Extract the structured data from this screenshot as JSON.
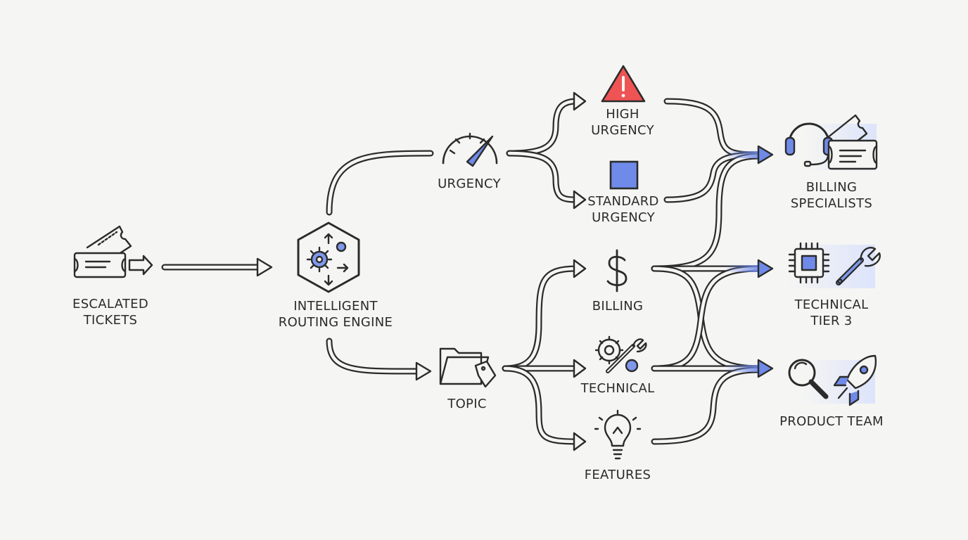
{
  "nodes": {
    "escalated": [
      "ESCALATED",
      "TICKETS"
    ],
    "engine": [
      "INTELLIGENT",
      "ROUTING ENGINE"
    ],
    "urgency": [
      "URGENCY"
    ],
    "topic": [
      "TOPIC"
    ],
    "high_urgency": [
      "HIGH",
      "URGENCY"
    ],
    "standard_urgency": [
      "STANDARD",
      "URGENCY"
    ],
    "billing": [
      "BILLING"
    ],
    "technical": [
      "TECHNICAL"
    ],
    "features": [
      "FEATURES"
    ],
    "billing_specialists": [
      "BILLING",
      "SPECIALISTS"
    ],
    "technical_tier3": [
      "TECHNICAL",
      "TIER 3"
    ],
    "product_team": [
      "PRODUCT TEAM"
    ]
  },
  "colors": {
    "stroke": "#2b2b2b",
    "accent_blue": "#6f8ae8",
    "highlight_blue": "#dde4fb",
    "alert_red": "#ee5454",
    "background": "#f5f5f3"
  },
  "icons": {
    "escalated": "ticket-icon",
    "engine": "gears-hexagon-icon",
    "urgency": "gauge-icon",
    "topic": "folder-tag-icon",
    "high_urgency": "warning-triangle-icon",
    "standard_urgency": "square-icon",
    "billing": "dollar-icon",
    "technical": "gear-wrench-icon",
    "features": "lightbulb-icon",
    "billing_specialists": "headset-ticket-icon",
    "technical_tier3": "chip-wrench-icon",
    "product_team": "magnifier-rocket-icon"
  }
}
